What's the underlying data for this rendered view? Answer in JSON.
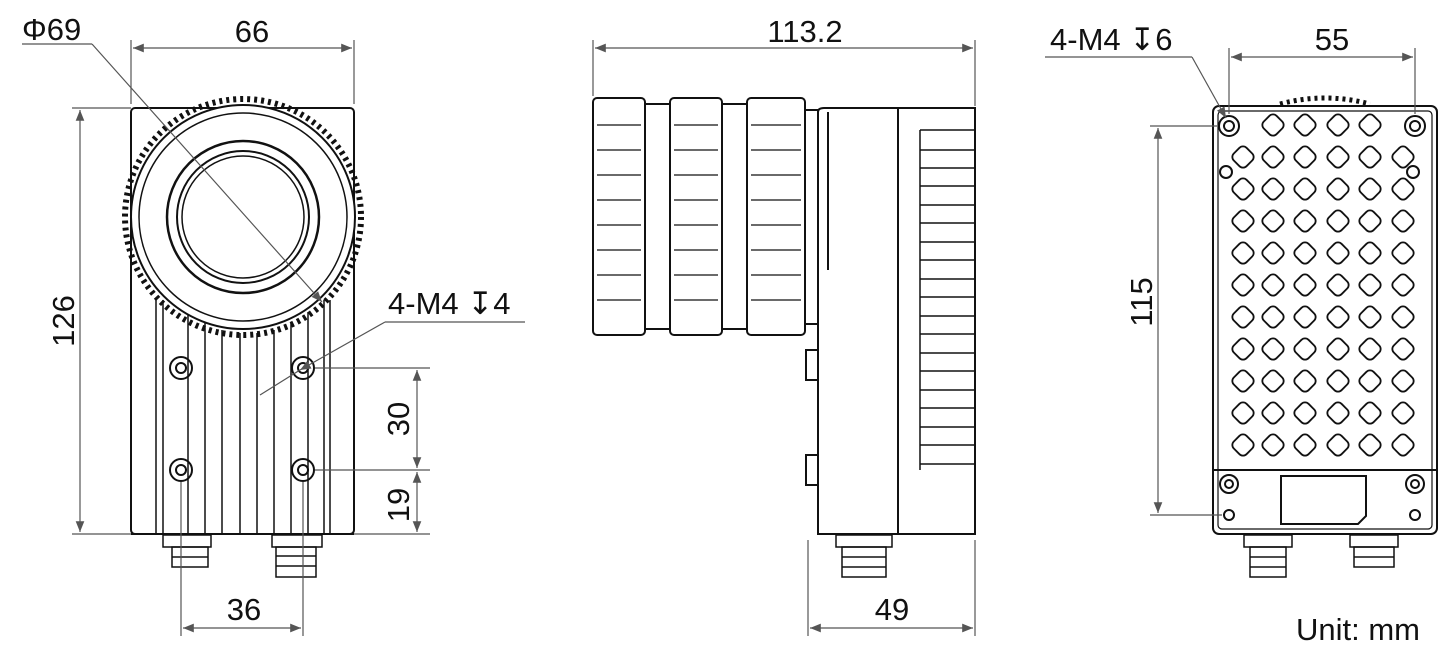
{
  "views": {
    "front": {
      "lens_diameter": "Φ69",
      "width": "66",
      "height": "126",
      "thread_note": "4-M4 ↧4",
      "hole_spacing_vertical": "30",
      "hole_offset_bottom": "19",
      "hole_spacing_horizontal": "36"
    },
    "side": {
      "overall_length": "113.2",
      "body_depth": "49"
    },
    "rear": {
      "thread_note": "4-M4 ↧6",
      "hole_spacing_horizontal": "55",
      "hole_spacing_vertical": "115"
    }
  },
  "unit_label": "Unit: mm",
  "colors": {
    "line": "#111111",
    "dimension": "#555555",
    "background": "#ffffff"
  }
}
